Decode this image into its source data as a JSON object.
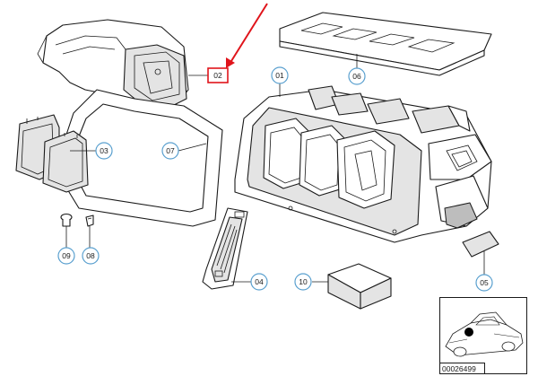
{
  "callouts": {
    "c01": "01",
    "c02": "02",
    "c03": "03",
    "c04": "04",
    "c05": "05",
    "c06": "06",
    "c07": "07",
    "c08": "08",
    "c09": "09",
    "c10": "10"
  },
  "highlighted_callout": "02",
  "diagram_id": "00026499",
  "colors": {
    "highlight": "#e0141b",
    "callout_ring": "#5aa0cf"
  }
}
